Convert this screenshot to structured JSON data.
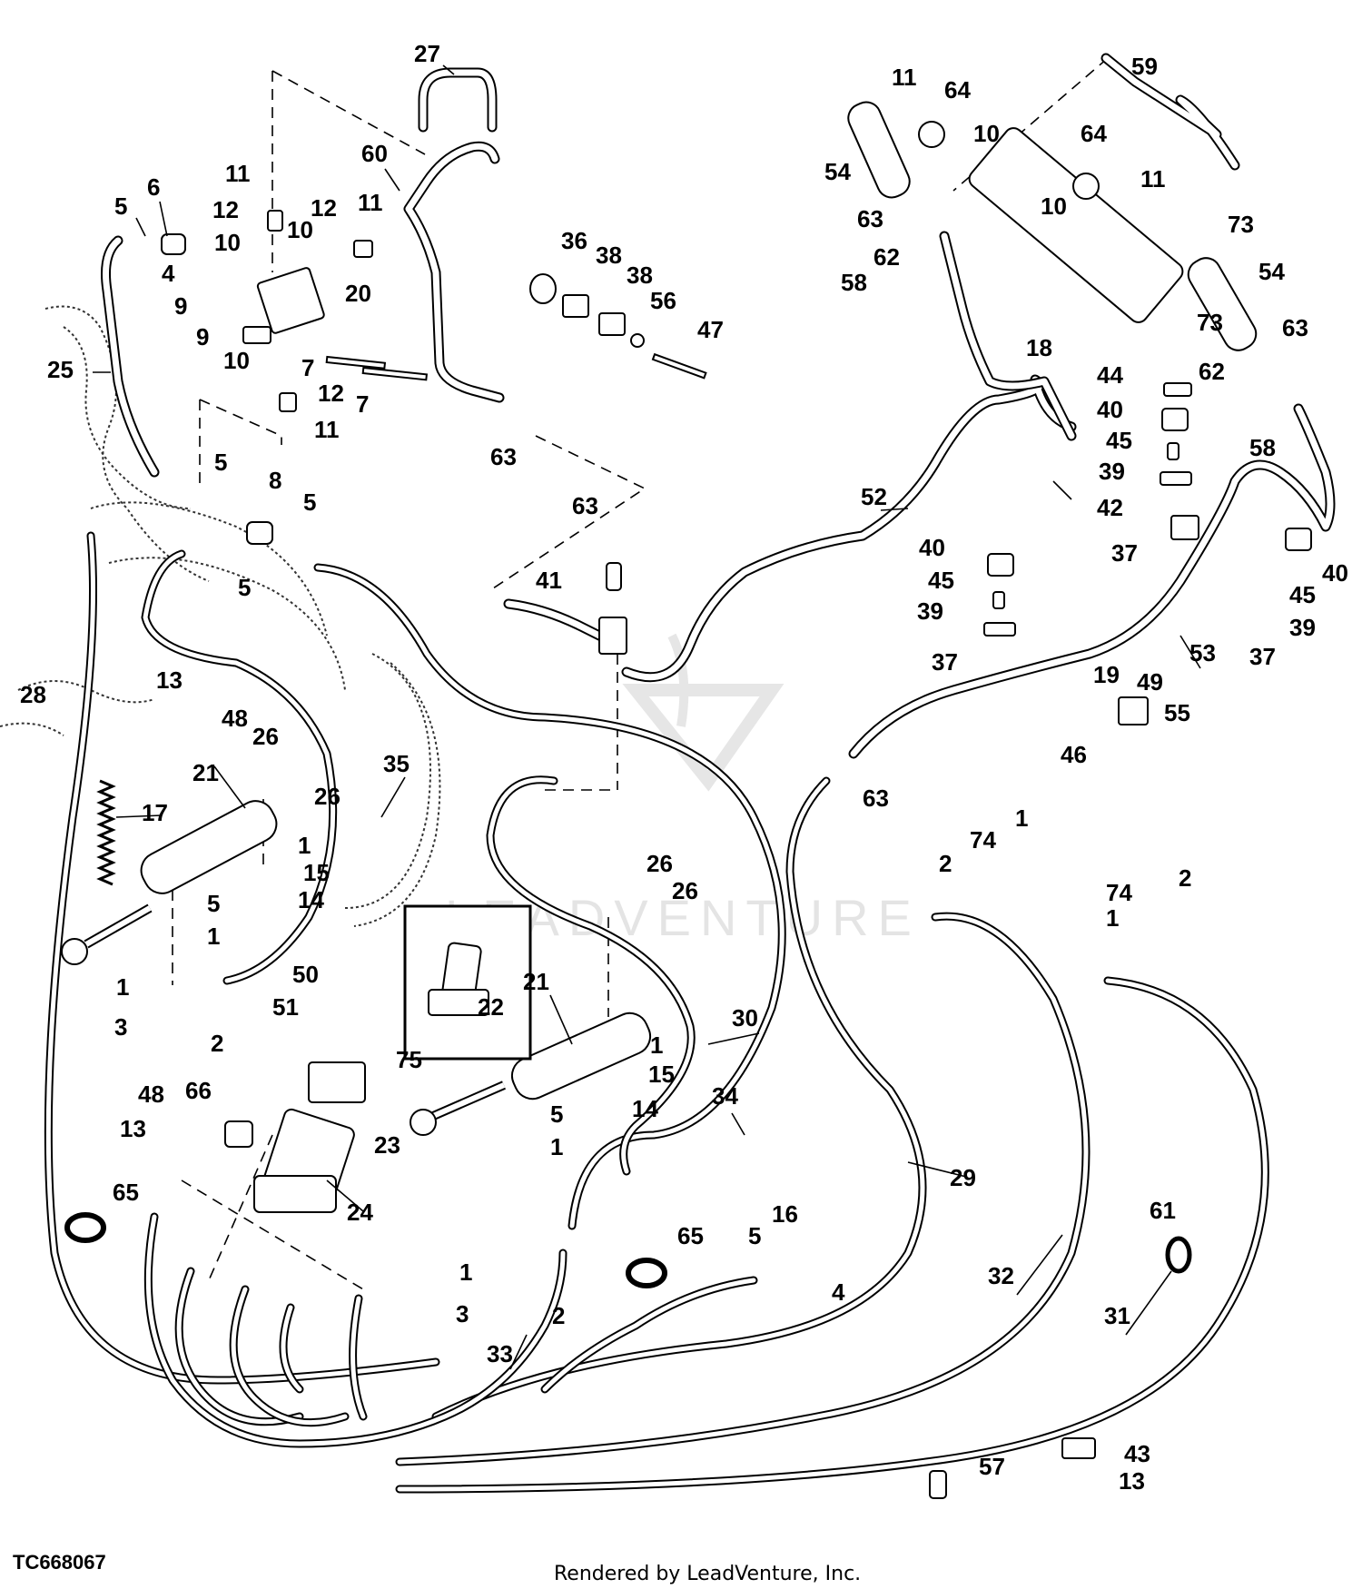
{
  "figure_code": "TC668067",
  "footer_credit": "Rendered by LeadVenture, Inc.",
  "watermark_text": "LEADVENTURE",
  "callouts": [
    {
      "id": "c27",
      "label": "27"
    },
    {
      "id": "c60",
      "label": "60"
    },
    {
      "id": "c6",
      "label": "6"
    },
    {
      "id": "c5a",
      "label": "5"
    },
    {
      "id": "c11a",
      "label": "11"
    },
    {
      "id": "c12a",
      "label": "12"
    },
    {
      "id": "c10a",
      "label": "10"
    },
    {
      "id": "c12b",
      "label": "12"
    },
    {
      "id": "c11b",
      "label": "11"
    },
    {
      "id": "c10b",
      "label": "10"
    },
    {
      "id": "c4a",
      "label": "4"
    },
    {
      "id": "c20",
      "label": "20"
    },
    {
      "id": "c9a",
      "label": "9"
    },
    {
      "id": "c9b",
      "label": "9"
    },
    {
      "id": "c25",
      "label": "25"
    },
    {
      "id": "c10c",
      "label": "10"
    },
    {
      "id": "c7a",
      "label": "7"
    },
    {
      "id": "c12c",
      "label": "12"
    },
    {
      "id": "c7b",
      "label": "7"
    },
    {
      "id": "c11c",
      "label": "11"
    },
    {
      "id": "c5b",
      "label": "5"
    },
    {
      "id": "c8",
      "label": "8"
    },
    {
      "id": "c5c",
      "label": "5"
    },
    {
      "id": "c5d",
      "label": "5"
    },
    {
      "id": "c36",
      "label": "36"
    },
    {
      "id": "c38a",
      "label": "38"
    },
    {
      "id": "c38b",
      "label": "38"
    },
    {
      "id": "c56",
      "label": "56"
    },
    {
      "id": "c47",
      "label": "47"
    },
    {
      "id": "c63a",
      "label": "63"
    },
    {
      "id": "c63b",
      "label": "63"
    },
    {
      "id": "c41",
      "label": "41"
    },
    {
      "id": "c11d",
      "label": "11"
    },
    {
      "id": "c64a",
      "label": "64"
    },
    {
      "id": "c59",
      "label": "59"
    },
    {
      "id": "c10d",
      "label": "10"
    },
    {
      "id": "c54a",
      "label": "54"
    },
    {
      "id": "c64b",
      "label": "64"
    },
    {
      "id": "c11e",
      "label": "11"
    },
    {
      "id": "c63c",
      "label": "63"
    },
    {
      "id": "c10e",
      "label": "10"
    },
    {
      "id": "c73a",
      "label": "73"
    },
    {
      "id": "c62a",
      "label": "62"
    },
    {
      "id": "c58a",
      "label": "58"
    },
    {
      "id": "c54b",
      "label": "54"
    },
    {
      "id": "c18",
      "label": "18"
    },
    {
      "id": "c73b",
      "label": "73"
    },
    {
      "id": "c63d",
      "label": "63"
    },
    {
      "id": "c44",
      "label": "44"
    },
    {
      "id": "c62b",
      "label": "62"
    },
    {
      "id": "c40a",
      "label": "40"
    },
    {
      "id": "c45a",
      "label": "45"
    },
    {
      "id": "c58b",
      "label": "58"
    },
    {
      "id": "c39a",
      "label": "39"
    },
    {
      "id": "c52",
      "label": "52"
    },
    {
      "id": "c42",
      "label": "42"
    },
    {
      "id": "c37a",
      "label": "37"
    },
    {
      "id": "c40b",
      "label": "40"
    },
    {
      "id": "c45b",
      "label": "45"
    },
    {
      "id": "c40c",
      "label": "40"
    },
    {
      "id": "c39b",
      "label": "39"
    },
    {
      "id": "c45c",
      "label": "45"
    },
    {
      "id": "c53",
      "label": "53"
    },
    {
      "id": "c39c",
      "label": "39"
    },
    {
      "id": "c37b",
      "label": "37"
    },
    {
      "id": "c37c",
      "label": "37"
    },
    {
      "id": "c19",
      "label": "19"
    },
    {
      "id": "c49",
      "label": "49"
    },
    {
      "id": "c55",
      "label": "55"
    },
    {
      "id": "c46",
      "label": "46"
    },
    {
      "id": "c28",
      "label": "28"
    },
    {
      "id": "c13a",
      "label": "13"
    },
    {
      "id": "c48a",
      "label": "48"
    },
    {
      "id": "c26a",
      "label": "26"
    },
    {
      "id": "c35",
      "label": "35"
    },
    {
      "id": "c21a",
      "label": "21"
    },
    {
      "id": "c26b",
      "label": "26"
    },
    {
      "id": "c17",
      "label": "17"
    },
    {
      "id": "c63e",
      "label": "63"
    },
    {
      "id": "c1a",
      "label": "1"
    },
    {
      "id": "c15a",
      "label": "15"
    },
    {
      "id": "c5e",
      "label": "5"
    },
    {
      "id": "c14a",
      "label": "14"
    },
    {
      "id": "c1b",
      "label": "1"
    },
    {
      "id": "c74a",
      "label": "74"
    },
    {
      "id": "c1c",
      "label": "1"
    },
    {
      "id": "c2a",
      "label": "2"
    },
    {
      "id": "c26c",
      "label": "26"
    },
    {
      "id": "c26d",
      "label": "26"
    },
    {
      "id": "c74b",
      "label": "74"
    },
    {
      "id": "c2b",
      "label": "2"
    },
    {
      "id": "c1d",
      "label": "1"
    },
    {
      "id": "c50",
      "label": "50"
    },
    {
      "id": "c1e",
      "label": "1"
    },
    {
      "id": "c51",
      "label": "51"
    },
    {
      "id": "c3a",
      "label": "3"
    },
    {
      "id": "c2c",
      "label": "2"
    },
    {
      "id": "c22",
      "label": "22"
    },
    {
      "id": "c21b",
      "label": "21"
    },
    {
      "id": "c30",
      "label": "30"
    },
    {
      "id": "c75",
      "label": "75"
    },
    {
      "id": "c1f",
      "label": "1"
    },
    {
      "id": "c48b",
      "label": "48"
    },
    {
      "id": "c66",
      "label": "66"
    },
    {
      "id": "c13b",
      "label": "13"
    },
    {
      "id": "c23",
      "label": "23"
    },
    {
      "id": "c15b",
      "label": "15"
    },
    {
      "id": "c34",
      "label": "34"
    },
    {
      "id": "c5f",
      "label": "5"
    },
    {
      "id": "c14b",
      "label": "14"
    },
    {
      "id": "c1g",
      "label": "1"
    },
    {
      "id": "c29",
      "label": "29"
    },
    {
      "id": "c24",
      "label": "24"
    },
    {
      "id": "c65a",
      "label": "65"
    },
    {
      "id": "c16",
      "label": "16"
    },
    {
      "id": "c65b",
      "label": "65"
    },
    {
      "id": "c5g",
      "label": "5"
    },
    {
      "id": "c61",
      "label": "61"
    },
    {
      "id": "c1h",
      "label": "1"
    },
    {
      "id": "c4b",
      "label": "4"
    },
    {
      "id": "c32",
      "label": "32"
    },
    {
      "id": "c3b",
      "label": "3"
    },
    {
      "id": "c2d",
      "label": "2"
    },
    {
      "id": "c31",
      "label": "31"
    },
    {
      "id": "c33",
      "label": "33"
    },
    {
      "id": "c43",
      "label": "43"
    },
    {
      "id": "c57",
      "label": "57"
    },
    {
      "id": "c13c",
      "label": "13"
    }
  ]
}
